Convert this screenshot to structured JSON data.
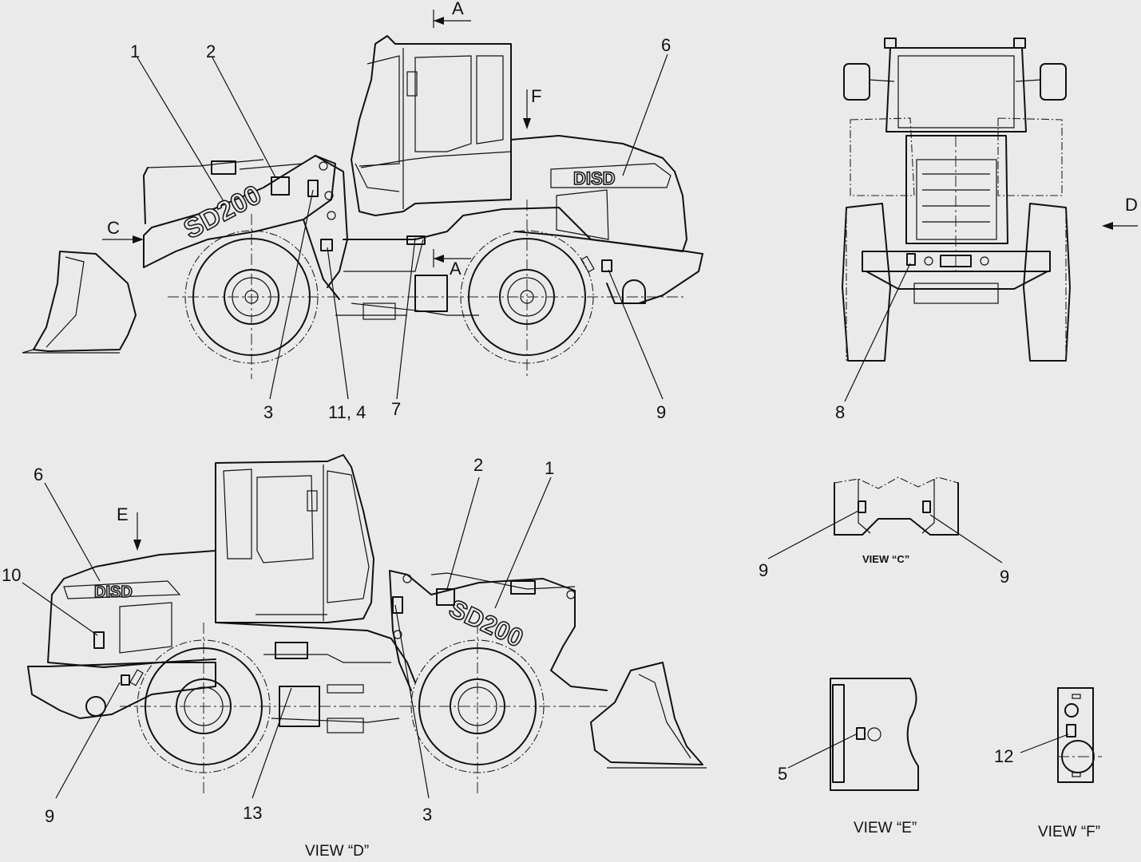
{
  "section_marks": {
    "a_top": "A",
    "a_mid": "A",
    "c": "C",
    "d": "D",
    "e": "E",
    "f": "F"
  },
  "logos": {
    "model": "SD200",
    "brand": "DISD"
  },
  "callouts_top": {
    "c1": "1",
    "c2": "2",
    "c3": "3",
    "c11_4": "11, 4",
    "c7": "7",
    "c6": "6",
    "c9": "9"
  },
  "callouts_front": {
    "c8": "8"
  },
  "callouts_bottom": {
    "c6": "6",
    "c10": "10",
    "c9": "9",
    "c13": "13",
    "c3": "3",
    "c2": "2",
    "c1": "1"
  },
  "callouts_views": {
    "c9_left": "9",
    "c9_right": "9",
    "c5": "5",
    "c12": "12"
  },
  "view_titles": {
    "view_c": "VIEW “C”",
    "view_d": "VIEW “D”",
    "view_e": "VIEW “E”",
    "view_f": "VIEW “F”"
  }
}
